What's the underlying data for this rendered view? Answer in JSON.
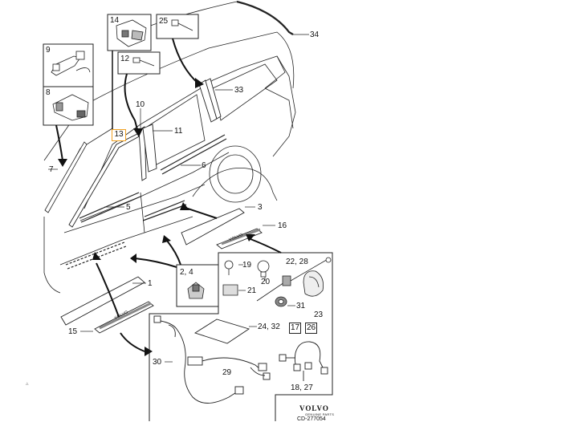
{
  "callouts": {
    "c1": "1",
    "c2_4": "2, 4",
    "c3": "3",
    "c5": "5",
    "c6": "6",
    "c7": "7",
    "c8": "8",
    "c9": "9",
    "c10": "10",
    "c11": "11",
    "c12": "12",
    "c13": "13",
    "c14": "14",
    "c15": "15",
    "c16": "16",
    "c19": "19",
    "c20": "20",
    "c21": "21",
    "c22_28": "22, 28",
    "c23": "23",
    "c24_32": "24, 32",
    "c25": "25",
    "c17": "17",
    "c26": "26",
    "c18_27": "18, 27",
    "c29": "29",
    "c30": "30",
    "c31": "31",
    "c33": "33",
    "c34": "34"
  },
  "stamp": {
    "brand": "VOLVO",
    "sub": "GENUINE PARTS",
    "partno": "CD-277054"
  },
  "sill_text": "VOLVO",
  "colors": {
    "line": "#222222",
    "highlight": "#f0a020"
  }
}
